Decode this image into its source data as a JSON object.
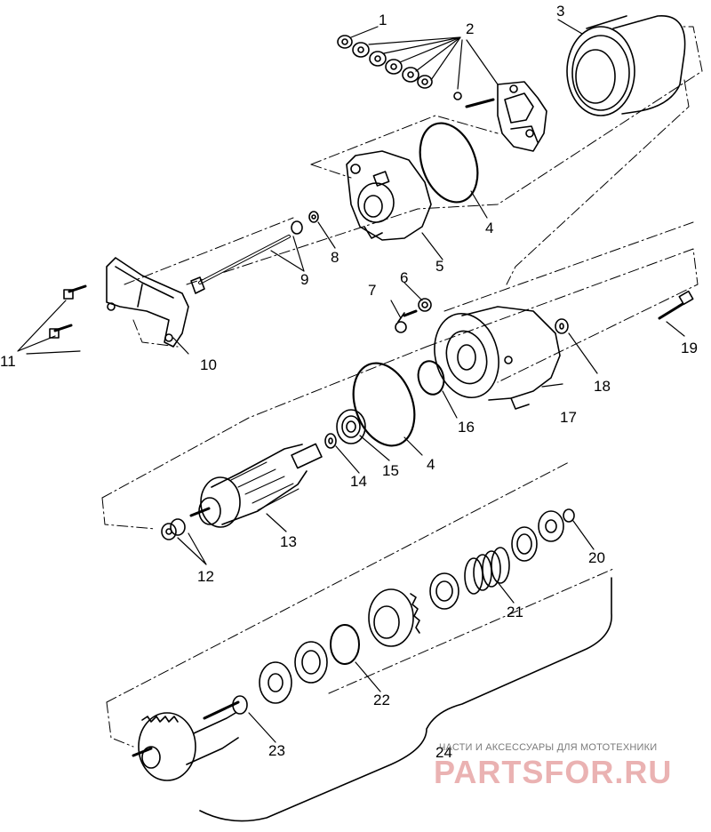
{
  "callouts": [
    "1",
    "2",
    "3",
    "4",
    "4",
    "5",
    "6",
    "7",
    "8",
    "9",
    "10",
    "11",
    "12",
    "13",
    "14",
    "15",
    "16",
    "17",
    "18",
    "19",
    "20",
    "21",
    "22",
    "23",
    "24"
  ],
  "watermark": {
    "tagline": "ЧАСТИ И АКСЕССУАРЫ ДЛЯ МОТОТЕХНИКИ",
    "brand": "PARTSFOR.RU",
    "color": "#e7a5a5"
  }
}
